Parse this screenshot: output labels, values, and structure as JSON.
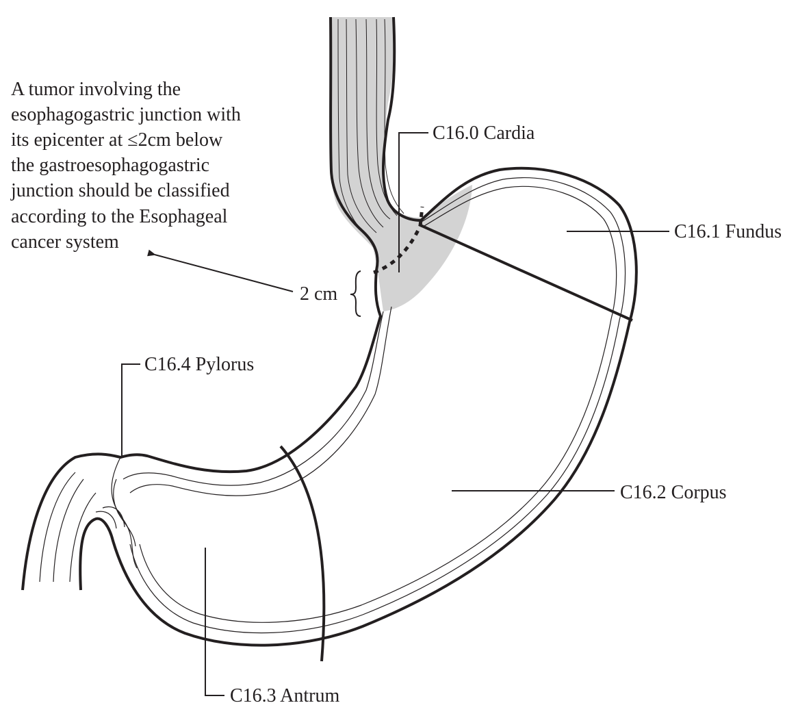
{
  "note": {
    "lines": [
      "A tumor involving the",
      "esophagogastric junction with",
      "its epicenter at ≤2cm below",
      "the gastroesophagogastric",
      "junction should be classified",
      "according to the Esophageal",
      "cancer system"
    ]
  },
  "labels": {
    "cardia": "C16.0 Cardia",
    "fundus": "C16.1 Fundus",
    "corpus": "C16.2 Corpus",
    "antrum": "C16.3 Antrum",
    "pylorus": "C16.4 Pylorus",
    "distance": "2 cm"
  },
  "colors": {
    "ink": "#231f20",
    "shade": "#d3d3d3"
  }
}
